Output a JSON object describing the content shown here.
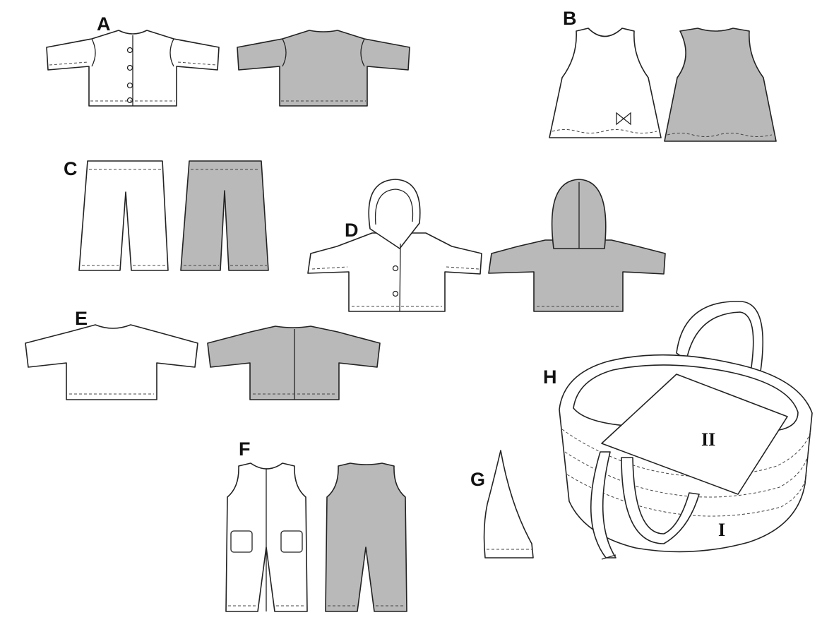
{
  "labels": {
    "a": "A",
    "b": "B",
    "c": "C",
    "d": "D",
    "e": "E",
    "f": "F",
    "g": "G",
    "h": "H",
    "part_1": "I",
    "part_2": "II"
  },
  "colors": {
    "outline": "#222222",
    "back_view_fill": "#b9b9b9",
    "front_view_fill": "#ffffff"
  }
}
